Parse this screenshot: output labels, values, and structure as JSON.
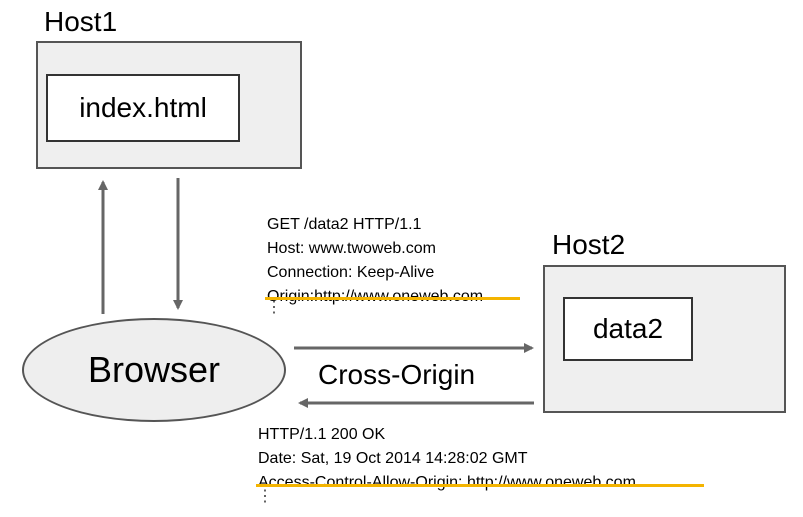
{
  "host1": {
    "title": "Host1",
    "file": "index.html"
  },
  "host2": {
    "title": "Host2",
    "file": "data2"
  },
  "browser": {
    "label": "Browser"
  },
  "cross_origin_label": "Cross-Origin",
  "request": {
    "lines": [
      "GET /data2 HTTP/1.1",
      "Host: www.twoweb.com",
      "Connection: Keep-Alive",
      "Origin:http://www.oneweb.com"
    ],
    "ellipsis": "⋮"
  },
  "response": {
    "lines": [
      "HTTP/1.1 200 OK",
      "Date: Sat, 19 Oct 2014 14:28:02 GMT",
      "Access-Control-Allow-Origin: http://www.oneweb.com"
    ],
    "ellipsis": "⋮"
  },
  "colors": {
    "highlight": "#f4b400",
    "box_fill": "#efefef",
    "arrow": "#666666"
  }
}
